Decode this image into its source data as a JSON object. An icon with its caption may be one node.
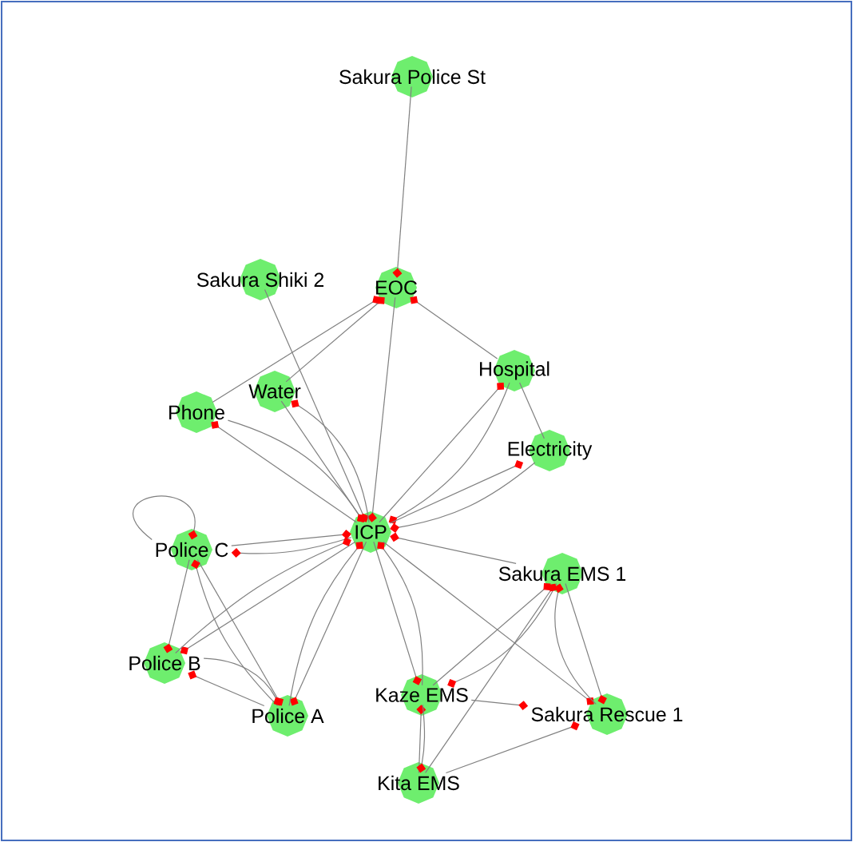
{
  "diagram": {
    "nodes": [
      {
        "text": [
          "Sakura Police St"
        ]
      },
      {
        "text": [
          "Sakura Shiki 2"
        ]
      },
      {
        "text": [
          "EOC"
        ]
      },
      {
        "text": [
          "Hospital"
        ]
      },
      {
        "text": [
          "Water"
        ]
      },
      {
        "text": [
          "Phone"
        ]
      },
      {
        "text": [
          "Electricity"
        ]
      },
      {
        "text": [
          "ICP"
        ]
      },
      {
        "text": [
          "Police C"
        ]
      },
      {
        "text": [
          "Sakura EMS 1"
        ]
      },
      {
        "text": [
          "Police B"
        ]
      },
      {
        "text": [
          "Kaze EMS"
        ]
      },
      {
        "text": [
          "Police A"
        ]
      },
      {
        "text": [
          "Sakura Rescue 1"
        ]
      },
      {
        "text": [
          "Kita EMS"
        ]
      }
    ],
    "edges": [
      {
        "from": 0,
        "to": 2,
        "arrow": "other"
      },
      {
        "from": 5,
        "to": 2,
        "arrow": "other"
      },
      {
        "from": 4,
        "to": 2,
        "arrow": "other"
      },
      {
        "from": 3,
        "to": 2,
        "arrow": "other"
      },
      {
        "from": 2,
        "to": 7,
        "arrow": "other"
      },
      {
        "from": 1,
        "to": 7,
        "arrow": "other"
      },
      {
        "from": 4,
        "to": 7,
        "arrow": "other"
      },
      {
        "from": 7,
        "to": 4,
        "arrow": "other"
      },
      {
        "from": 5,
        "to": 7,
        "arrow": "other"
      },
      {
        "from": 7,
        "to": 5,
        "arrow": "other"
      },
      {
        "from": 3,
        "to": 7,
        "arrow": "other"
      },
      {
        "from": 7,
        "to": 3,
        "arrow": "other"
      },
      {
        "from": 6,
        "to": 7,
        "arrow": "other"
      },
      {
        "from": 7,
        "to": 6,
        "arrow": "other"
      },
      {
        "from": 3,
        "to": 6,
        "arrow": "none"
      },
      {
        "from": 8,
        "to": 8,
        "arrow": "other"
      },
      {
        "from": 8,
        "to": 7,
        "arrow": "other"
      },
      {
        "from": 7,
        "to": 8,
        "arrow": "other"
      },
      {
        "from": 8,
        "to": 10,
        "arrow": "other"
      },
      {
        "from": 8,
        "to": 12,
        "arrow": "other"
      },
      {
        "from": 12,
        "to": 8,
        "arrow": "other"
      },
      {
        "from": 7,
        "to": 10,
        "arrow": "other"
      },
      {
        "from": 10,
        "to": 7,
        "arrow": "other"
      },
      {
        "from": 12,
        "to": 10,
        "arrow": "other"
      },
      {
        "from": 10,
        "to": 12,
        "arrow": "other"
      },
      {
        "from": 7,
        "to": 12,
        "arrow": "other"
      },
      {
        "from": 12,
        "to": 7,
        "arrow": "other"
      },
      {
        "from": 7,
        "to": 11,
        "arrow": "other"
      },
      {
        "from": 11,
        "to": 7,
        "arrow": "other"
      },
      {
        "from": 11,
        "to": 9,
        "arrow": "other"
      },
      {
        "from": 9,
        "to": 11,
        "arrow": "other"
      },
      {
        "from": 7,
        "to": 13,
        "arrow": "other"
      },
      {
        "from": 9,
        "to": 7,
        "arrow": "other"
      },
      {
        "from": 9,
        "to": 13,
        "arrow": "other"
      },
      {
        "from": 13,
        "to": 9,
        "arrow": "other"
      },
      {
        "from": 11,
        "to": 13,
        "arrow": "other"
      },
      {
        "from": 14,
        "to": 11,
        "arrow": "other"
      },
      {
        "from": 11,
        "to": 14,
        "arrow": "other"
      },
      {
        "from": 14,
        "to": 9,
        "arrow": "other"
      },
      {
        "from": 14,
        "to": 13,
        "arrow": "other"
      }
    ]
  }
}
